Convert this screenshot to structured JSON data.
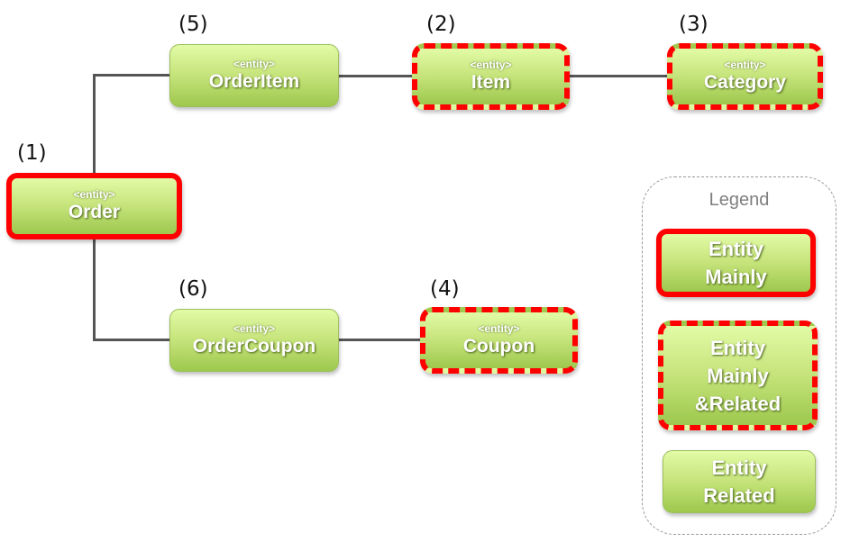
{
  "diagram": {
    "stereotype": "<entity>",
    "nodes": [
      {
        "id": "order",
        "number": "(1)",
        "name": "Order",
        "style": "mainly"
      },
      {
        "id": "item",
        "number": "(2)",
        "name": "Item",
        "style": "mainly-related"
      },
      {
        "id": "category",
        "number": "(3)",
        "name": "Category",
        "style": "mainly-related"
      },
      {
        "id": "coupon",
        "number": "(4)",
        "name": "Coupon",
        "style": "mainly-related"
      },
      {
        "id": "orderitem",
        "number": "(5)",
        "name": "OrderItem",
        "style": "related"
      },
      {
        "id": "ordercoupon",
        "number": "(6)",
        "name": "OrderCoupon",
        "style": "related"
      }
    ],
    "edges": [
      {
        "from": "order",
        "to": "orderitem"
      },
      {
        "from": "orderitem",
        "to": "item"
      },
      {
        "from": "item",
        "to": "category"
      },
      {
        "from": "order",
        "to": "ordercoupon"
      },
      {
        "from": "ordercoupon",
        "to": "coupon"
      }
    ],
    "colors": {
      "highlight": "#ff0000",
      "node_fill": "#c5e37a",
      "connector": "#555555"
    }
  },
  "legend": {
    "title": "Legend",
    "items": [
      {
        "lines": [
          "Entity",
          "Mainly"
        ],
        "style": "mainly"
      },
      {
        "lines": [
          "Entity",
          "Mainly",
          "&Related"
        ],
        "style": "mainly-related"
      },
      {
        "lines": [
          "Entity",
          "Related"
        ],
        "style": "related"
      }
    ]
  }
}
